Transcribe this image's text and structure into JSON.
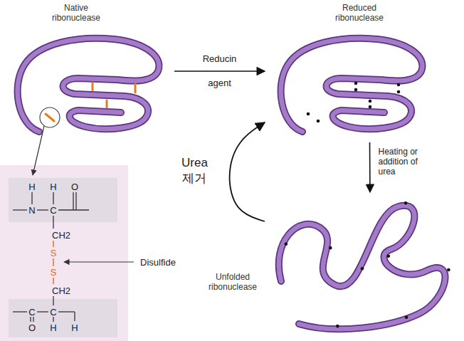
{
  "diagram": {
    "nodes": [
      {
        "text": [
          "Native ribonuclease"
        ]
      },
      {
        "text": [
          "Reduced ribonuclease"
        ]
      },
      {
        "text": [
          "Unfolded ribonuclease"
        ]
      }
    ],
    "edges": [
      {
        "from": 0,
        "to": 1,
        "arrow": "to",
        "label": "Reducin agent"
      },
      {
        "from": 1,
        "to": 2,
        "arrow": "to",
        "label": "Heating or addition of urea"
      },
      {
        "from": 2,
        "to": 1,
        "arrow": "to",
        "label": "Urea 제거"
      }
    ],
    "labels": [
      "H",
      "H",
      "O",
      "N",
      "C",
      "CH2",
      "S",
      "S",
      "CH2",
      "C",
      "C",
      "O",
      "H",
      "H",
      "Disulfide"
    ]
  }
}
